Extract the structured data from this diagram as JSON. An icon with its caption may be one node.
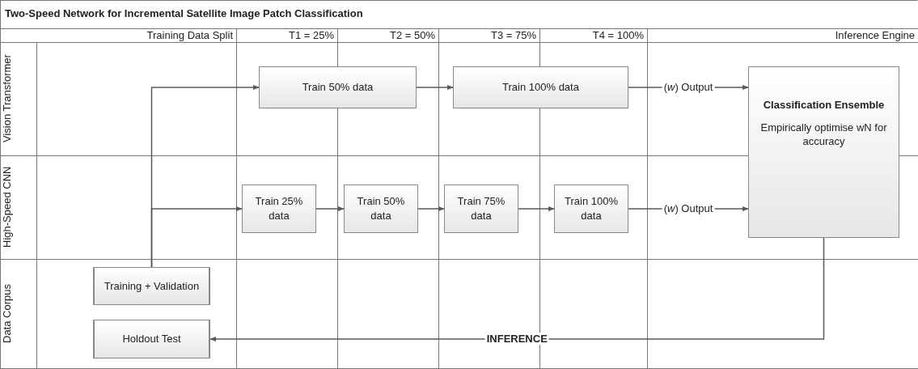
{
  "diagram": {
    "title": "Two-Speed Network for Incremental Satellite Image Patch Classification",
    "nodes": [
      {
        "text": [
          "Vision Transformer"
        ]
      },
      {
        "text": [
          "Train 50% data"
        ],
        "in": 0
      },
      {
        "text": [
          "Train 100% data"
        ],
        "in": 0
      },
      {
        "text": [
          "High-Speed CNN"
        ]
      },
      {
        "text": [
          "Train 25% data"
        ],
        "in": 3
      },
      {
        "text": [
          "Train 50% data"
        ],
        "in": 3
      },
      {
        "text": [
          "Train 75% data"
        ],
        "in": 3
      },
      {
        "text": [
          "Train 100% data"
        ],
        "in": 3
      },
      {
        "text": [
          "Data Corpus"
        ]
      },
      {
        "text": [
          "Training + Validation"
        ],
        "in": 8
      },
      {
        "text": [
          "Holdout Test"
        ],
        "in": 8
      },
      {
        "text": [
          "Classification Ensemble",
          "Empirically optimise wN for accuracy"
        ]
      }
    ],
    "edges": [
      {
        "from": 9,
        "to": 1,
        "arrow": "to"
      },
      {
        "from": 9,
        "to": 4,
        "arrow": "to"
      },
      {
        "from": 1,
        "to": 2,
        "arrow": "to"
      },
      {
        "from": 2,
        "to": 11,
        "arrow": "to",
        "label": "(*w*) Output"
      },
      {
        "from": 4,
        "to": 5,
        "arrow": "to"
      },
      {
        "from": 5,
        "to": 6,
        "arrow": "to"
      },
      {
        "from": 6,
        "to": 7,
        "arrow": "to"
      },
      {
        "from": 7,
        "to": 11,
        "arrow": "to",
        "label": "(*w*) Output"
      },
      {
        "from": 11,
        "to": 10,
        "arrow": "to",
        "label": "INFERENCE"
      }
    ],
    "labels": [
      "Training Data Split",
      "T1 = 25%",
      "T2 = 50%",
      "T3 = 75%",
      "T4 = 100%",
      "Inference Engine"
    ]
  }
}
